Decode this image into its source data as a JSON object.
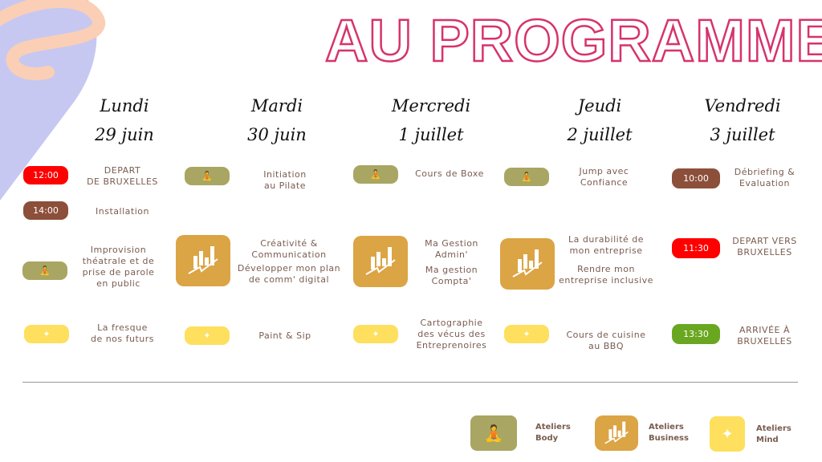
{
  "title": "AU PROGRAMME",
  "colors": {
    "body": "#a8a662",
    "business": "#dba444",
    "mind": "#fedf5e",
    "red": "#ff0000",
    "brown": "#8c4f3a",
    "green": "#6aa721",
    "title": "#d6336c"
  },
  "days": [
    {
      "name": "Lundi",
      "date": "29 juin"
    },
    {
      "name": "Mardi",
      "date": "30 juin"
    },
    {
      "name": "Mercredi",
      "date": "1 juillet"
    },
    {
      "name": "Jeudi",
      "date": "2 juillet"
    },
    {
      "name": "Vendredi",
      "date": "3 juillet"
    }
  ],
  "events": {
    "mon1": {
      "time": "12:00",
      "text": "DEPART\nDE BRUXELLES"
    },
    "mon2": {
      "time": "14:00",
      "text": "Installation"
    },
    "mon3": {
      "text": "Improvision\nthéatrale et de\nprise de parole\nen public"
    },
    "mon4": {
      "text": "La fresque\nde nos futurs"
    },
    "tue1": {
      "text": "Initiation\nau Pilate"
    },
    "tue2": {
      "text": "Créativité &\nCommunication",
      "text2": "Développer mon plan\nde comm' digital"
    },
    "tue3": {
      "text": "Paint & Sip"
    },
    "wed1": {
      "text": "Cours de Boxe"
    },
    "wed2": {
      "text": "Ma Gestion\nAdmin'",
      "text2": "Ma gestion\nCompta'"
    },
    "wed3": {
      "text": "Cartographie\ndes vécus des\nEntreprenoires"
    },
    "thu1": {
      "text": "Jump avec\nConfiance"
    },
    "thu2": {
      "text": "La durabilité de\nmon entreprise",
      "text2": "Rendre mon\nentreprise inclusive"
    },
    "thu3": {
      "text": "Cours de cuisine\nau BBQ"
    },
    "fri1": {
      "time": "10:00",
      "text": "Débriefing &\nEvaluation"
    },
    "fri2": {
      "time": "11:30",
      "text": "DEPART VERS\nBRUXELLES"
    },
    "fri3": {
      "time": "13:30",
      "text": "ARRIVÉE À\nBRUXELLES"
    }
  },
  "legend": [
    {
      "label": "Ateliers\nBody"
    },
    {
      "label": "Ateliers\nBusiness"
    },
    {
      "label": "Ateliers\nMind"
    }
  ]
}
